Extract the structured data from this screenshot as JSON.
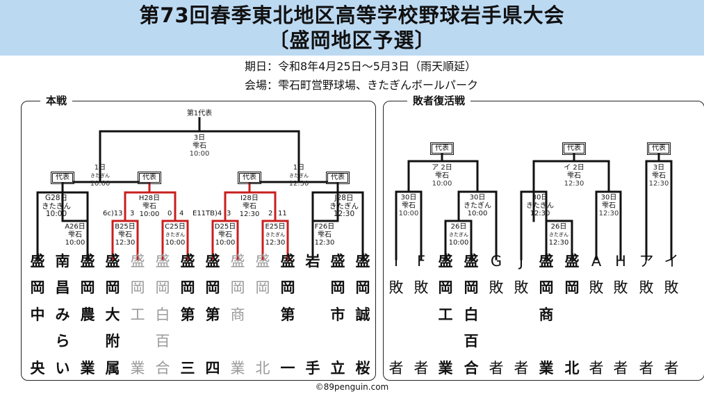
{
  "header": {
    "title_line1": "第73回春季東北地区高等学校野球岩手県大会",
    "title_line2": "〔盛岡地区予選〕",
    "period": "期日：令和8年4月25日～5月3日（雨天順延）",
    "venue": "会場：雫石町営野球場、きたぎんボールパーク"
  },
  "main_panel_label": "本戦",
  "repechage_panel_label": "敗者復活戦",
  "daihyo_label": "代表",
  "main_final": {
    "rep": "第1代表",
    "day": "3日",
    "venue": "雫石",
    "time": "10:00"
  },
  "main_semis": [
    {
      "day": "1日",
      "venue": "きたぎん",
      "time": "10:00"
    },
    {
      "day": "1日",
      "venue": "きたぎん",
      "time": "12:30"
    }
  ],
  "main_games": [
    {
      "id": "G28日",
      "venue": "きたぎん",
      "time": "10:00"
    },
    {
      "id": "H28日",
      "venue": "雫石",
      "time": "10:00"
    },
    {
      "id": "I28日",
      "venue": "雫石",
      "time": "12:30"
    },
    {
      "id": "J28日",
      "venue": "きたぎん",
      "time": "12:30"
    },
    {
      "id": "A26日",
      "venue": "雫石",
      "time": "10:00"
    },
    {
      "id": "B25日",
      "venue": "雫石",
      "time": "12:30"
    },
    {
      "id": "C25日",
      "venue": "きたぎん",
      "time": "10:00"
    },
    {
      "id": "D25日",
      "venue": "雫石",
      "time": "10:00"
    },
    {
      "id": "E25日",
      "venue": "きたぎん",
      "time": "12:30"
    },
    {
      "id": "F26日",
      "venue": "雫石",
      "time": "12:30"
    }
  ],
  "scores": {
    "b_note": "6c)13",
    "b_left": "3",
    "c_left": "0",
    "c_right": "4",
    "d_note": "E11TB)4",
    "d_right": "3",
    "e_left": "2",
    "e_right": "11"
  },
  "main_teams": [
    {
      "name": "盛岡中央",
      "style": "bold"
    },
    {
      "name": "南昌みらい",
      "style": "bold"
    },
    {
      "name": "盛岡農業",
      "style": "bold"
    },
    {
      "name": "盛岡大附属",
      "style": "bold"
    },
    {
      "name": "盛岡工業",
      "style": "gray"
    },
    {
      "name": "盛岡白百合",
      "style": "gray"
    },
    {
      "name": "盛岡第三",
      "style": "bold"
    },
    {
      "name": "盛岡第四",
      "style": "bold"
    },
    {
      "name": "盛岡商業",
      "style": "gray"
    },
    {
      "name": "盛岡北",
      "style": "gray"
    },
    {
      "name": "盛岡第一",
      "style": "bold"
    },
    {
      "name": "岩手",
      "style": "bold"
    },
    {
      "name": "盛岡市立",
      "style": "bold"
    },
    {
      "name": "盛岡誠桜",
      "style": "bold"
    }
  ],
  "rep_games": [
    {
      "label": "ア 2日",
      "venue": "雫石",
      "time": "10:00"
    },
    {
      "label": "イ 2日",
      "venue": "雫石",
      "time": "12:30"
    },
    {
      "label": "3日",
      "venue": "雫石",
      "time": "12:30"
    },
    {
      "label": "30日",
      "venue": "雫石",
      "time": "10:00"
    },
    {
      "label": "30日",
      "venue": "きたぎん",
      "time": "10:00"
    },
    {
      "label": "26日",
      "venue": "きたぎん",
      "time": "10:00"
    },
    {
      "label": "30日",
      "venue": "きたぎん",
      "time": "12:30"
    },
    {
      "label": "30日",
      "venue": "雫石",
      "time": "12:30"
    },
    {
      "label": "26日",
      "venue": "きたぎん",
      "time": "12:30"
    }
  ],
  "rep_teams": [
    {
      "name": "I敗者",
      "style": "normal"
    },
    {
      "name": "F敗者",
      "style": "normal"
    },
    {
      "name": "盛岡工業",
      "style": "bold"
    },
    {
      "name": "盛岡白百合",
      "style": "bold"
    },
    {
      "name": "G敗者",
      "style": "normal"
    },
    {
      "name": "J敗者",
      "style": "normal"
    },
    {
      "name": "盛岡商業",
      "style": "bold"
    },
    {
      "name": "盛岡北",
      "style": "bold"
    },
    {
      "name": "A敗者",
      "style": "normal"
    },
    {
      "name": "H敗者",
      "style": "normal"
    },
    {
      "name": "ア敗者",
      "style": "normal"
    },
    {
      "name": "イ敗者",
      "style": "normal"
    }
  ],
  "copyright": "©89penguin.com"
}
